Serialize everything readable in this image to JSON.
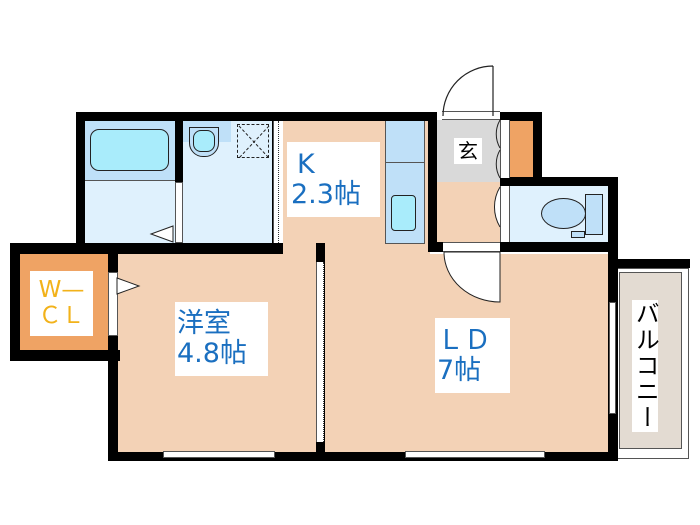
{
  "floor_plan": {
    "colors": {
      "wall": "#000000",
      "living_floor": "#f3d2b6",
      "wet_area": "#dff1fd",
      "wet_area_accent": "#bfe0f8",
      "fixture": "#a9ecfb",
      "storage": "#efa364",
      "genkan": "#d9d9d9",
      "balcony": "#e3dbd2",
      "label_text": "#1a6fc0",
      "wcl_text": "#f2b21a"
    },
    "rooms": {
      "kitchen": {
        "name": "K",
        "size": "2.3帖"
      },
      "western_room": {
        "name": "洋室",
        "size": "4.8帖"
      },
      "living_dining": {
        "name": "ＬＤ",
        "size": "7帖"
      },
      "walk_in_closet": {
        "line1": "W—",
        "line2": "ＣＬ"
      },
      "entrance": {
        "name": "玄"
      },
      "balcony": {
        "name": "バルコニー"
      },
      "bathroom": {
        "name": ""
      },
      "washroom": {
        "name": ""
      },
      "toilet": {
        "name": ""
      }
    }
  }
}
